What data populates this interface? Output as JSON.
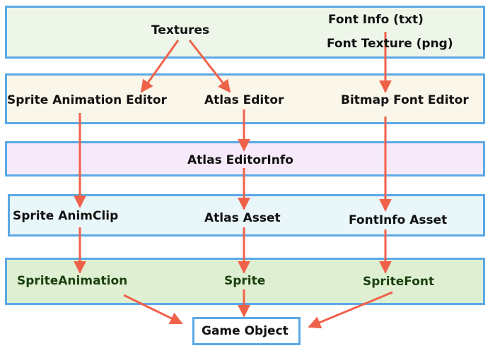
{
  "layers": [
    {
      "name": "sources",
      "color": "#eef6ea"
    },
    {
      "name": "editors",
      "color": "#faf6ea"
    },
    {
      "name": "editor-info",
      "color": "#f6eafa"
    },
    {
      "name": "assets",
      "color": "#e9f6fa"
    },
    {
      "name": "runtime",
      "color": "#dff0d2"
    }
  ],
  "labels": {
    "textures": "Textures",
    "font_info": "Font Info (txt)",
    "font_texture": "Font Texture (png)",
    "sprite_animation_editor": "Sprite Animation Editor",
    "atlas_editor": "Atlas Editor",
    "bitmap_font_editor": "Bitmap Font Editor",
    "atlas_editor_info": "Atlas EditorInfo",
    "sprite_animclip": "Sprite AnimClip",
    "atlas_asset": "Atlas Asset",
    "fontinfo_asset": "FontInfo Asset",
    "sprite_animation": "SpriteAnimation",
    "sprite": "Sprite",
    "sprite_font": "SpriteFont",
    "game_object": "Game Object"
  },
  "colors": {
    "arrow": "#f0614a",
    "border": "#5aa9e6",
    "text": "#111111",
    "runtime_text": "#1a3f10"
  },
  "edges": [
    {
      "from": "Textures",
      "to": "Sprite Animation Editor"
    },
    {
      "from": "Textures",
      "to": "Atlas Editor"
    },
    {
      "from": "Font Info (txt)",
      "to": "Bitmap Font Editor"
    },
    {
      "from": "Atlas Editor",
      "to": "Atlas EditorInfo"
    },
    {
      "from": "Sprite Animation Editor",
      "to": "Sprite AnimClip"
    },
    {
      "from": "Atlas EditorInfo",
      "to": "Atlas Asset"
    },
    {
      "from": "Bitmap Font Editor",
      "to": "FontInfo Asset"
    },
    {
      "from": "Sprite AnimClip",
      "to": "SpriteAnimation"
    },
    {
      "from": "Atlas Asset",
      "to": "Sprite"
    },
    {
      "from": "FontInfo Asset",
      "to": "SpriteFont"
    },
    {
      "from": "SpriteAnimation",
      "to": "Game Object"
    },
    {
      "from": "Sprite",
      "to": "Game Object"
    },
    {
      "from": "SpriteFont",
      "to": "Game Object"
    }
  ]
}
